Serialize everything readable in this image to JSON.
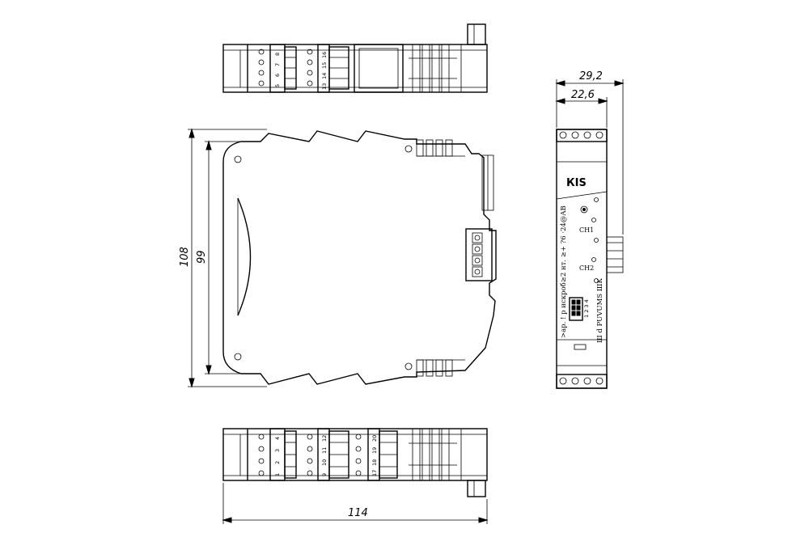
{
  "dimensions": {
    "total_width": "29,2",
    "inner_width": "22,6",
    "total_height": "108",
    "inner_height": "99",
    "length": "114"
  },
  "top_view": {
    "terminal_group_1": [
      "5",
      "6",
      "7",
      "8"
    ],
    "terminal_group_2": [
      "13",
      "14",
      "15",
      "16"
    ]
  },
  "bottom_view": {
    "terminal_group_1": [
      "1",
      "2",
      "3",
      "4"
    ],
    "terminal_group_2": [
      "9",
      "10",
      "11",
      "12"
    ],
    "terminal_group_3": [
      "17",
      "18",
      "19",
      "20"
    ]
  },
  "front_panel": {
    "logo": "КІS",
    "channel_1": "CH1",
    "channel_2": "CH2",
    "text_line_1": ">ар. ! р искроб≥2 нт. ≥+ ?6 ·24@AB",
    "text_line_2": "Ш d PUVUMS ШК",
    "dip_numbers": "1 2 3 4"
  }
}
